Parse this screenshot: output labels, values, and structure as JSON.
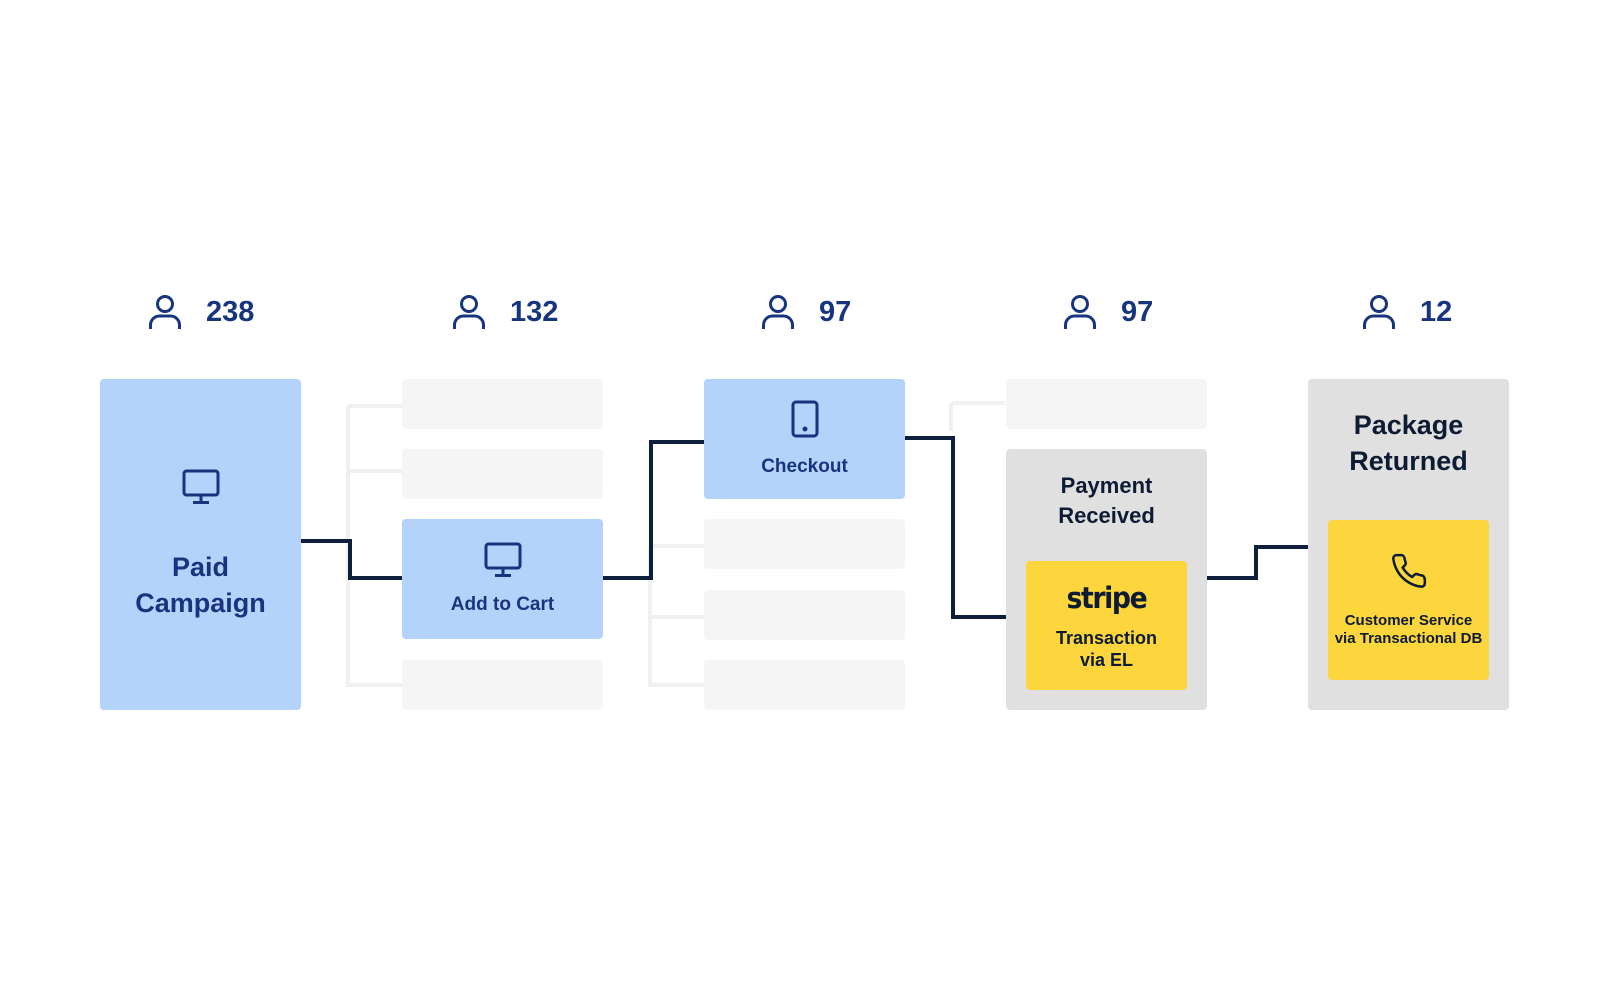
{
  "colors": {
    "accent_blue": "#17357f",
    "node_blue": "#b3d3fb",
    "placeholder": "#f5f5f5",
    "group_grey": "#e0e0e0",
    "integration_yellow": "#fdd53c",
    "connector": "#0d1f3a"
  },
  "stages": [
    {
      "count": "238",
      "label": "Paid Campaign",
      "icon": "desktop-monitor-icon"
    },
    {
      "count": "132",
      "label": "Add to Cart",
      "icon": "desktop-monitor-icon"
    },
    {
      "count": "97",
      "label": "Checkout",
      "icon": "tablet-icon"
    },
    {
      "count": "97",
      "label": "Payment Received",
      "integration": {
        "logo": "stripe",
        "label": "Transaction via EL"
      }
    },
    {
      "count": "12",
      "label": "Package Returned",
      "integration": {
        "icon": "phone-icon",
        "label": "Customer Service via Transactional DB"
      }
    }
  ],
  "count_icon": "user-icon"
}
